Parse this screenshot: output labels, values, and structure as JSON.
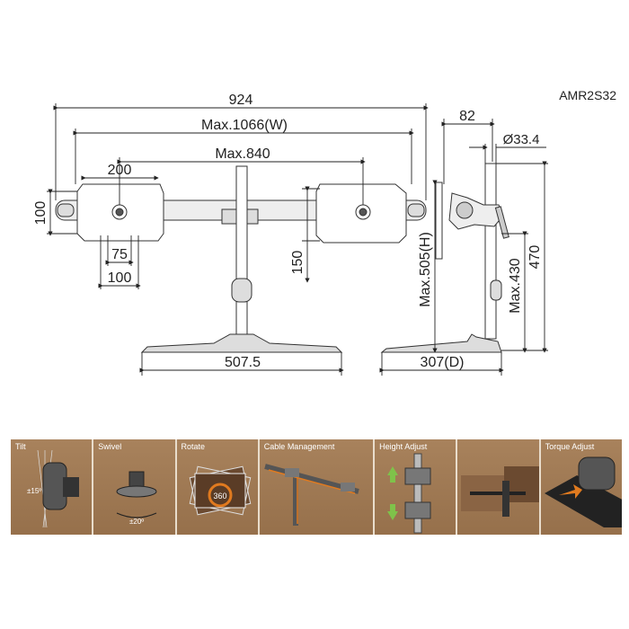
{
  "model": "AMR2S32",
  "dimensions": {
    "overall_width": "924",
    "max_width": "Max.1066(W)",
    "max_center": "Max.840",
    "vesa_200": "200",
    "vesa_100_v": "100",
    "vesa_75": "75",
    "vesa_100_h": "100",
    "height_150": "150",
    "base_width": "507.5",
    "max_height": "Max.505(H)",
    "side_82": "82",
    "pole_diameter": "Ø33.4",
    "max_430": "Max.430",
    "height_470": "470",
    "depth": "307(D)"
  },
  "features": [
    {
      "label": "Tilt",
      "note": "±15º"
    },
    {
      "label": "Swivel",
      "note": "±20º"
    },
    {
      "label": "Rotate",
      "note": "360"
    },
    {
      "label": "Cable  Management",
      "note": ""
    },
    {
      "label": "Height Adjust",
      "note": ""
    },
    {
      "label": "",
      "note": ""
    },
    {
      "label": "Torque Adjust",
      "note": ""
    }
  ],
  "colors": {
    "strip": "#a07a55",
    "accent_orange": "#e07a1f",
    "arrow_green": "#7fc24a",
    "line": "#222222"
  }
}
